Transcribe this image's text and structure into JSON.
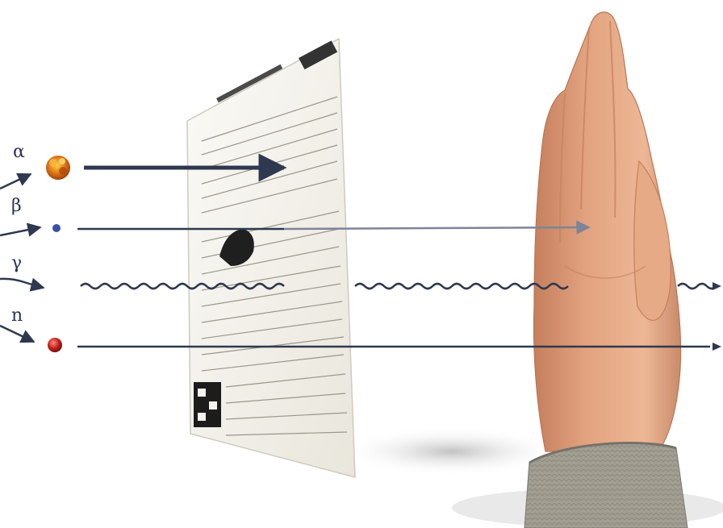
{
  "labels": {
    "alpha": "α",
    "beta": "β",
    "gamma": "γ",
    "neutron": "n"
  },
  "colors": {
    "ray": "#2e3850",
    "ray_light": "#7d8499",
    "alpha_particle": "#e07a18",
    "beta_particle": "#3a4fa8",
    "neutron_particle": "#c0201c",
    "skin": "#e2a27f",
    "skin_shadow": "#c57f5d",
    "paper": "#f4f2ec",
    "sleeve": "#a29f92"
  },
  "icons": {
    "alpha": "alpha-particle-icon",
    "beta": "beta-particle-icon",
    "gamma": "gamma-wave-icon",
    "neutron": "neutron-particle-icon",
    "paper": "paper-sheet",
    "hand": "hand"
  }
}
